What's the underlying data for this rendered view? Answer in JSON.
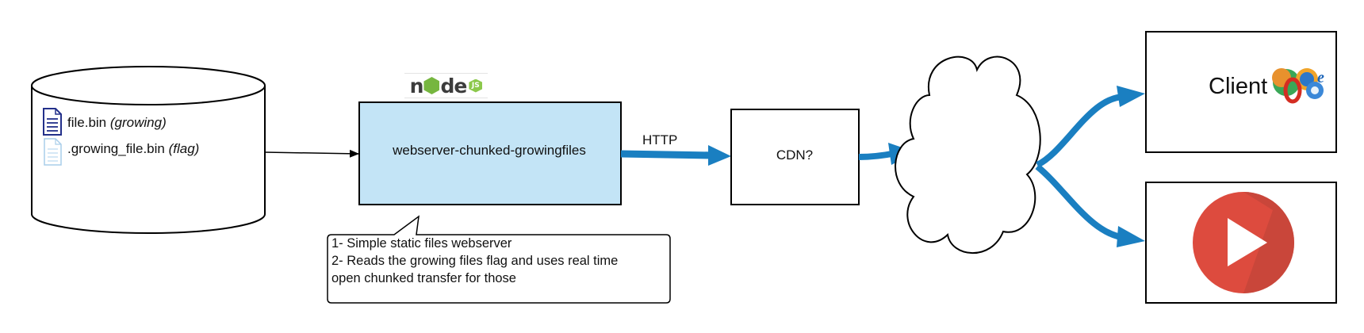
{
  "storage": {
    "files": [
      {
        "name": "file.bin",
        "note": "(growing)",
        "icon": "document-icon"
      },
      {
        "name": ".growing_file.bin",
        "note": "(flag)",
        "icon": "document-faded-icon"
      }
    ]
  },
  "server": {
    "label": "webserver-chunked-growingfiles",
    "logo": {
      "text_left": "n",
      "text_mid": "d",
      "text_right": "e",
      "badge": "JS"
    }
  },
  "connection": {
    "label": "HTTP"
  },
  "cdn": {
    "label": "CDN?"
  },
  "client": {
    "label": "Client",
    "icon": "browsers-icon"
  },
  "player": {
    "icon": "play-button-icon"
  },
  "note": {
    "lines": [
      "1- Simple static files webserver",
      "2- Reads the growing files flag and uses real time",
      "open chunked transfer for those"
    ]
  },
  "colors": {
    "server_fill": "#c3e4f6",
    "arrow": "#1a7fc1",
    "play_red": "#dd4b3e"
  }
}
